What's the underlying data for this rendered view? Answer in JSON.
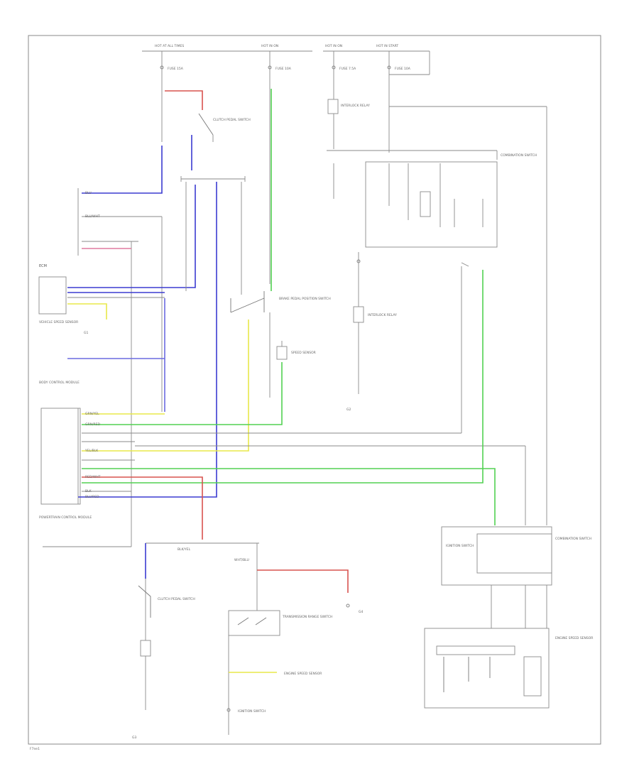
{
  "diagram": {
    "footer_code": "F7ne1",
    "colors": {
      "red": "#d9534f",
      "blue": "#3b3bd1",
      "green": "#52d152",
      "yellow": "#e8e84a",
      "gray": "#8a8a8a"
    },
    "labels": {
      "hot_at_all_times_1": "HOT AT ALL TIMES",
      "hot_in_on_1": "HOT IN ON",
      "hot_in_on_2": "HOT IN ON",
      "hot_in_start": "HOT IN START",
      "fuse_1": "FUSE 15A",
      "fuse_2": "FUSE 10A",
      "fuse_3": "FUSE 7.5A",
      "fuse_4": "FUSE 10A",
      "relay_1": "INTERLOCK RELAY",
      "module_1": "ECM",
      "module_2": "VEHICLE SPEED SENSOR",
      "module_3": "BODY CONTROL MODULE",
      "module_4": "POWERTRAIN CONTROL MODULE",
      "ground_1": "G1",
      "ground_2": "G2",
      "ground_3": "G3",
      "ground_4": "G4",
      "switch_1": "BRAKE PEDAL POSITION SWITCH",
      "switch_2": "TRANSMISSION RANGE SWITCH",
      "switch_3": "CLUTCH PEDAL SWITCH",
      "switch_4": "COMBINATION SWITCH",
      "sensor_1": "SPEED SENSOR",
      "sensor_2": "ENGINE SPEED SENSOR",
      "connector_1": "IGNITION SWITCH",
      "wire_1": "BLU/RED",
      "wire_2": "BLU/WHT",
      "wire_3": "GRN/YEL",
      "wire_4": "YEL/BLK",
      "wire_5": "RED/WHT",
      "wire_6": "BLK/YEL",
      "wire_7": "WHT/BLU",
      "wire_8": "GRN/RED",
      "wire_9": "BLK",
      "wire_10": "BLU"
    }
  }
}
